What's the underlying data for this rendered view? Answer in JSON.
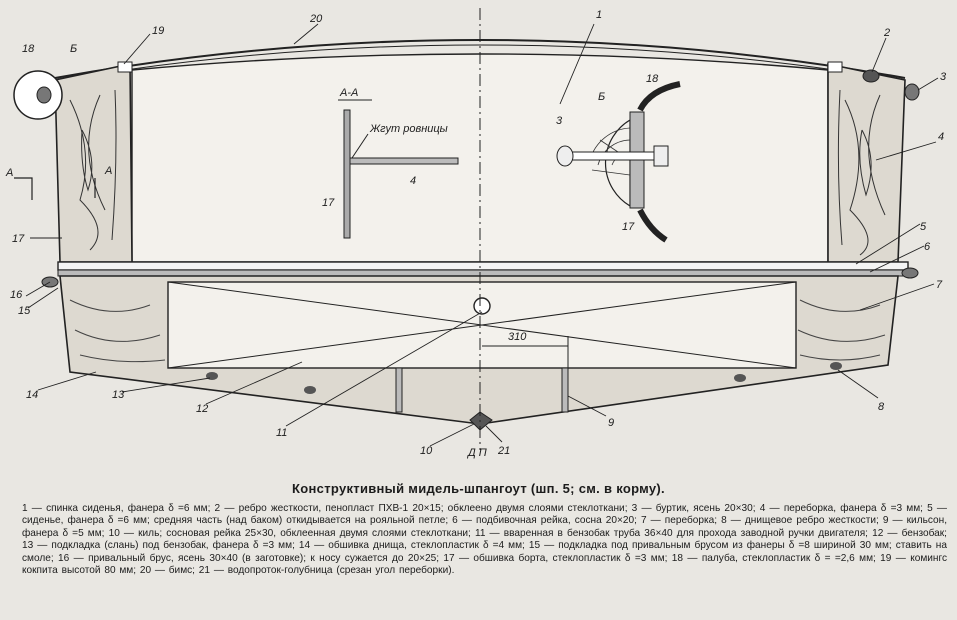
{
  "callouts": {
    "c1": "1",
    "c2": "2",
    "c3": "3",
    "c4": "4",
    "c5": "5",
    "c6": "6",
    "c7": "7",
    "c8": "8",
    "c9": "9",
    "c10": "10",
    "c11": "11",
    "c12": "12",
    "c13": "13",
    "c14": "14",
    "c15": "15",
    "c16": "16",
    "c17": "17",
    "c18": "18",
    "c19": "19",
    "c20": "20",
    "c21": "21"
  },
  "section_marks": {
    "b_left": "Б",
    "a_left": "А",
    "a_right": "А",
    "dp": "Д П",
    "dimension": "310"
  },
  "inset_section": {
    "title": "А-А",
    "label": "Жгут ровницы",
    "callout_4": "4",
    "callout_17": "17"
  },
  "inset_detail": {
    "title": "Б",
    "callout_3": "3",
    "callout_18": "18",
    "callout_17": "17"
  },
  "caption": "Конструктивный мидель-шпангоут (шп. 5; см. в корму).",
  "legend": "1 — спинка сиденья, фанера δ =6 мм; 2 — ребро жесткости, пенопласт ПХВ-1 20×15; обклеено двумя слоями стеклоткани; 3 — буртик, ясень 20×30; 4 — переборка, фанера δ =3 мм; 5 — сиденье, фанера δ =6 мм; средняя часть (над баком) откидывается на рояльной петле; 6 — подбивочная рейка, сосна 20×20; 7 — переборка; 8 — днищевое ребро жесткости; 9 — кильсон, фанера δ =5 мм; 10 — киль; сосновая рейка 25×30, обклеенная двумя слоями стеклоткани; 11 — вваренная в бензобак труба 36×40 для прохода заводной ручки двигателя; 12 — бензобак; 13 — подкладка (слань) под бензобак, фанера δ =3 мм; 14 — обшивка днища, стеклопластик δ =4 мм; 15 — подкладка под привальным брусом из фанеры δ =8 шириной 30 мм; ставить на смоле; 16 — привальный брус, ясень 30×40 (в заготовке); к носу сужается до 20×25; 17 — обшивка борта, стеклопластик δ =3 мм; 18 — палуба, стеклопластик δ = =2,6 мм; 19 — комингс кокпита высотой 80 мм; 20 — бимс; 21 — водопроток-голубница (срезан угол переборки)."
}
